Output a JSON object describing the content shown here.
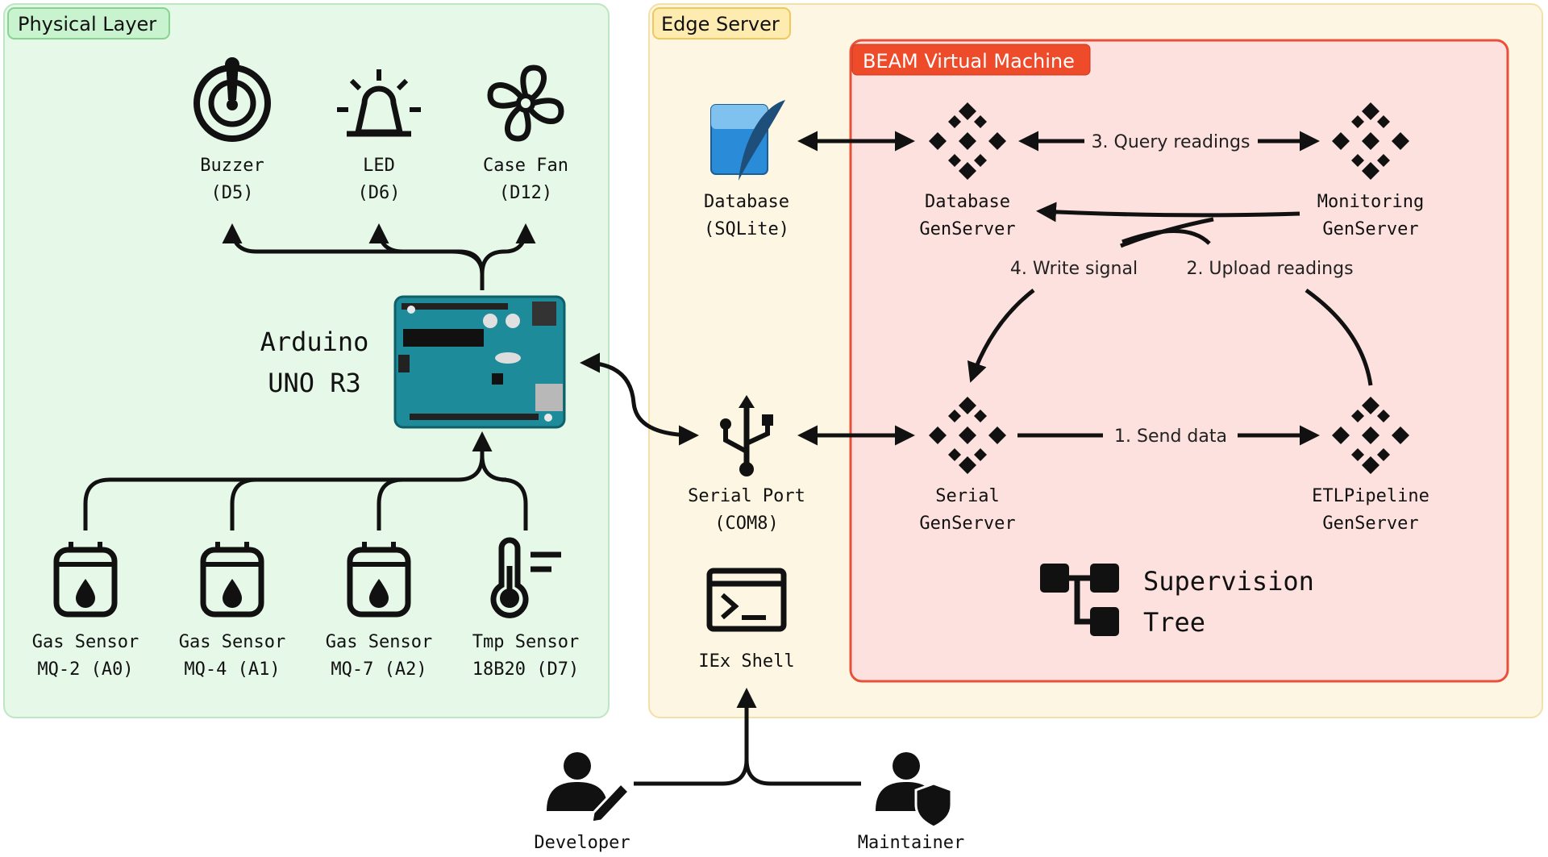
{
  "regions": {
    "physical": "Physical Layer",
    "edge": "Edge Server",
    "beam": "BEAM Virtual Machine"
  },
  "colors": {
    "physical_fill": "#e6f8e8",
    "physical_border": "#bfe6c4",
    "edge_fill": "#fdf6e3",
    "edge_border": "#f3e0a8",
    "beam_fill": "#fde1de",
    "beam_border": "#e8503a",
    "beam_tag": "#ee4b2b",
    "ink": "#111111"
  },
  "actuators": [
    {
      "icon": "buzzer-icon",
      "line1": "Buzzer",
      "line2": "(D5)"
    },
    {
      "icon": "led-icon",
      "line1": "LED",
      "line2": "(D6)"
    },
    {
      "icon": "fan-icon",
      "line1": "Case Fan",
      "line2": "(D12)"
    }
  ],
  "arduino": {
    "line1": "Arduino",
    "line2": "UNO R3"
  },
  "sensors": [
    {
      "icon": "gas-sensor-icon",
      "line1": "Gas Sensor",
      "line2": "MQ-2 (A0)"
    },
    {
      "icon": "gas-sensor-icon",
      "line1": "Gas Sensor",
      "line2": "MQ-4 (A1)"
    },
    {
      "icon": "gas-sensor-icon",
      "line1": "Gas Sensor",
      "line2": "MQ-7 (A2)"
    },
    {
      "icon": "thermometer-icon",
      "line1": "Tmp Sensor",
      "line2": "18B20 (D7)"
    }
  ],
  "edge_nodes": {
    "database": {
      "line1": "Database",
      "line2": "(SQLite)"
    },
    "serial_port": {
      "line1": "Serial Port",
      "line2": "(COM8)"
    },
    "iex": {
      "line1": "IEx Shell"
    }
  },
  "genservers": {
    "database": {
      "line1": "Database",
      "line2": "GenServer"
    },
    "monitoring": {
      "line1": "Monitoring",
      "line2": "GenServer"
    },
    "serial": {
      "line1": "Serial",
      "line2": "GenServer"
    },
    "etl": {
      "line1": "ETLPipeline",
      "line2": "GenServer"
    }
  },
  "edges": {
    "query": "3. Query readings",
    "write": "4. Write signal",
    "upload": "2. Upload readings",
    "send": "1. Send data"
  },
  "supervision": {
    "line1": "Supervision",
    "line2": "Tree"
  },
  "people": {
    "developer": "Developer",
    "maintainer": "Maintainer"
  }
}
